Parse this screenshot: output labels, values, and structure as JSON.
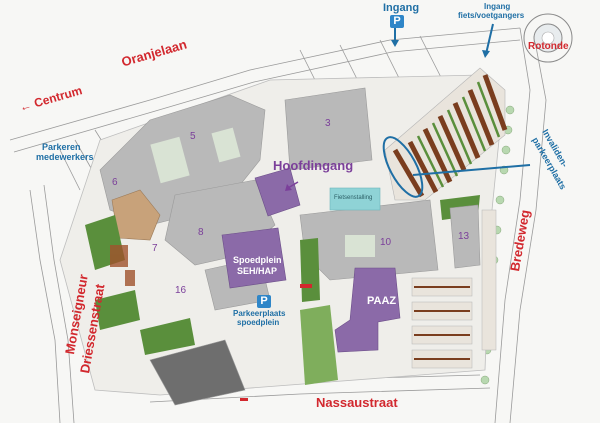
{
  "colors": {
    "street_label": "#d2282e",
    "info_label": "#1f6fa5",
    "building_label": "#7b3f9a",
    "building_gray": "#b9b9b9",
    "highlight_purple": "#8b6aa8",
    "parking_stripe": "#7a3d1e",
    "green": "#5a8f3c",
    "water": "#8fd3d6",
    "parking_sign": "#2f86c8"
  },
  "streets": {
    "oranjelaan": "Oranjelaan",
    "bredeweg": "Bredeweg",
    "nassaustraat": "Nassaustraat",
    "monseigneur": "Monseigneur",
    "driessenstraat": "Driessenstraat",
    "rotonde": "Rotonde"
  },
  "centrum": {
    "label": "Centrum",
    "icon": "arrow-left-icon"
  },
  "entrances": {
    "ingang": "Ingang",
    "ingang_fiets_line1": "Ingang",
    "ingang_fiets_line2": "fiets/voetgangers"
  },
  "parking_sign_letter": "P",
  "labels": {
    "parkeren_line1": "Parkeren",
    "parkeren_line2": "medewerkers",
    "invaliden_line1": "Invaliden-",
    "invaliden_line2": "parkeerplaats",
    "hoofdingang": "Hoofdingang",
    "fietsenstalling": "Fietsenstalling",
    "spoedplein_line1": "Spoedplein",
    "spoedplein_line2": "SEH/HAP",
    "parkeerplaats_line1": "Parkeerplaats",
    "parkeerplaats_line2": "spoedplein",
    "paaz": "PAAZ"
  },
  "building_numbers": [
    "3",
    "5",
    "6",
    "7",
    "8",
    "10",
    "13",
    "16"
  ]
}
